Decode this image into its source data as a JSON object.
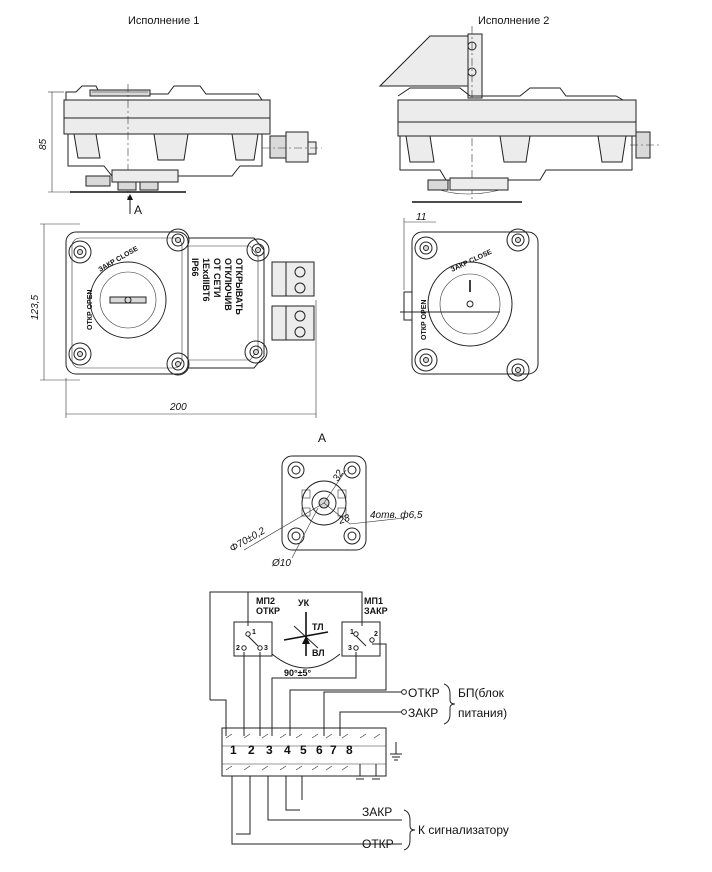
{
  "captions": {
    "variant_1": "Исполнение 1",
    "variant_2": "Исполнение 2",
    "view_a_marker": "A",
    "view_a_title": "A"
  },
  "dimensions": {
    "height_85": "85",
    "width_200": "200",
    "height_123_5": "123,5",
    "offset_11": "11",
    "dia_70": "Φ70±0,2",
    "dia_10": "Ø10",
    "holes": "4отв. ф6,5",
    "dim_32": "32",
    "dim_28": "28"
  },
  "label_plate": {
    "lines": [
      "ОТКРЫВАТЬ",
      "ОТКЛЮЧИВ",
      "ОТ СЕТИ",
      "1ExdIIBT6",
      "IP66"
    ]
  },
  "dial": {
    "close_text": "ЗАКР CLOSE",
    "open_text": "ОТКР OPEN"
  },
  "schematic": {
    "mp2": "МП2",
    "mp2_state": "ОТКР",
    "mp1": "МП1",
    "mp1_state": "ЗАКР",
    "uk": "УК",
    "tl": "ТЛ",
    "vl": "ВЛ",
    "angle": "90°±5°",
    "sw_pins": [
      "1",
      "2",
      "3",
      "1",
      "2",
      "3"
    ],
    "terminals": [
      "1",
      "2",
      "3",
      "4",
      "5",
      "6",
      "7",
      "8"
    ],
    "out_otkr_bp": "ОТКР",
    "out_zakr_bp": "ЗАКР",
    "bp_label_1": "БП(блок",
    "bp_label_2": "питания)",
    "out_zakr_sig": "ЗАКР",
    "out_otkr_sig": "ОТКР",
    "sig_label": "К сигнализатору"
  }
}
